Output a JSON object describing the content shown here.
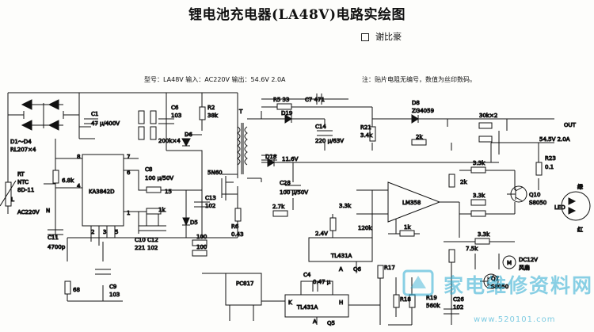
{
  "header": {
    "title": "锂电池充电器(LA48V)电路实绘图",
    "author": "谢比豪",
    "model_info": "型号：LA48V 输入：AC220V 输出：54.6V 2.0A",
    "note": "注：贴片电阻无编号，数值为丝印数码。"
  },
  "labels": {
    "c1": "C1",
    "c1v": "47 μ/400V",
    "d1d4": "D1～D4",
    "rl207": "RL207×4",
    "rt": "RT",
    "ntc": "NTC",
    "rtv": "8D-11",
    "ac_in": "AC220V",
    "l": "L",
    "n": "N",
    "r68k": "6.8k",
    "ic_main": "KA3842D",
    "p8": "8",
    "p7": "7",
    "p4": "4",
    "p6": "6",
    "p1": "1",
    "p2": "2",
    "p3": "3",
    "p5": "5",
    "c11": "C11",
    "c11v": "4700p",
    "c10": "C10",
    "c10v": "221",
    "c12": "C12",
    "c12v": "102",
    "c9": "C9",
    "c9v": "103",
    "r68": "68",
    "c6": "C6",
    "c6v": "103",
    "r2": "R2",
    "r2v": "38k",
    "r200k": "200k×4",
    "d6": "D6",
    "c8": "C8",
    "c8v": "100 μ/50V",
    "r15": "15",
    "r1k_a": "1k",
    "q5n60": "5N60",
    "c13": "C13",
    "c13v": "102",
    "d5": "D5",
    "r100a": "100",
    "r100b": "100",
    "r6": "R6",
    "r6v": "0.43",
    "t": "T",
    "r5": "R5 33",
    "c7": "C7 471",
    "d19": "D19",
    "c14": "C14",
    "c14v": "220 μ/63V",
    "r21": "R21",
    "r21v": "3.4k",
    "d18": "D18",
    "v116": "11.6V",
    "c28": "C28",
    "c28v": "100 μ/50V",
    "d8": "D8",
    "zg": "ZG4059",
    "r30k": "30k×2",
    "out": "OUT",
    "r2k_a": "2k",
    "v546": "54.5V 2.0A",
    "r23": "R23",
    "r23v": "0.1",
    "r27k": "2.7k",
    "r33k_a": "3.3k",
    "v24": "2.4V",
    "r120k": "120k",
    "lm358": "LM358",
    "r1k_b": "1k",
    "r33k_b": "3.3k",
    "r33k_c": "3.3k",
    "r33k_d": "3.3k",
    "r2k_b": "2k",
    "q10": "Q10",
    "q10v": "S8050",
    "green": "绿",
    "led": "LED",
    "red": "红",
    "tl431a": "TL431A",
    "a1": "A",
    "q6": "Q6",
    "pc817": "PC817",
    "c4": "C4",
    "c4v": "0.47 μ",
    "tl431b": "TL431A",
    "a2": "A",
    "q5": "Q5",
    "r17": "R17",
    "r18": "R18",
    "r19": "R19",
    "r19v": "560k",
    "c26": "C26",
    "c26v": "102",
    "r75k": "7.5k",
    "q7": "Q7",
    "q7v": "S8050",
    "m": "M",
    "dc12": "DC12V",
    "fan": "风扇",
    "k": "K",
    "hp": "H"
  },
  "watermark": {
    "text": "家电维修资料网",
    "url": "www.520101.com"
  }
}
